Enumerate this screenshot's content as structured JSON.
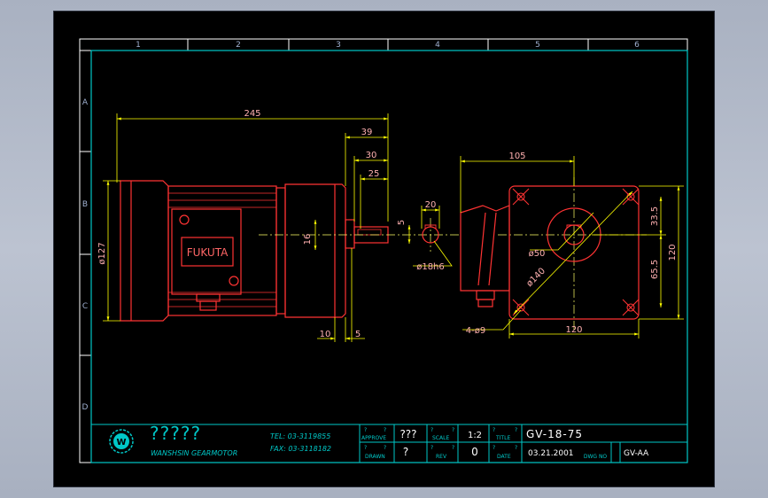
{
  "frame": {
    "col_labels": [
      "1",
      "2",
      "3",
      "4",
      "5",
      "6"
    ],
    "row_labels": [
      "A",
      "B",
      "C",
      "D"
    ]
  },
  "dimensions": {
    "overall_length": "245",
    "shaft_39": "39",
    "shaft_30": "30",
    "shaft_25": "25",
    "shaft_height": "16",
    "motor_dia": "ø127",
    "bottom_10": "10",
    "bottom_5": "5",
    "key_20": "20",
    "key_5": "5",
    "shaft_dia": "ø18h6",
    "flange_105": "105",
    "flange_120_h": "120",
    "flange_120_v": "120",
    "flange_335": "33.5",
    "flange_655": "65.5",
    "pilot_dia": "ø50",
    "pcd_dia": "ø140",
    "holes": "4-ø9"
  },
  "nameplate": "FUKUTA",
  "title_block": {
    "company_glyphs": "?????",
    "company_name": "WANSHSIN GEARMOTOR",
    "tel": "TEL: 03-3119855",
    "fax": "FAX: 03-3118182",
    "approve_label": "APPROVE",
    "approve_value": "???",
    "scale_label": "SCALE",
    "scale_value": "1:2",
    "title_label": "TITLE",
    "title_value": "GV-18-75",
    "drawn_label": "DRAWN",
    "drawn_value": "?",
    "rev_label": "REV",
    "rev_value": "0",
    "date_label": "DATE",
    "date_value": "03.21.2001",
    "dwg_label": "DWG NO",
    "dwg_value": "GV-AA",
    "small_q": "?",
    "logo_letter": "W"
  },
  "colors": {
    "frame": "#ffffff",
    "border": "#00c8c8",
    "dimension": "#ffff00",
    "dim_text": "#ffb0b0",
    "outline": "#ff3333",
    "centerline": "#ffff66"
  }
}
